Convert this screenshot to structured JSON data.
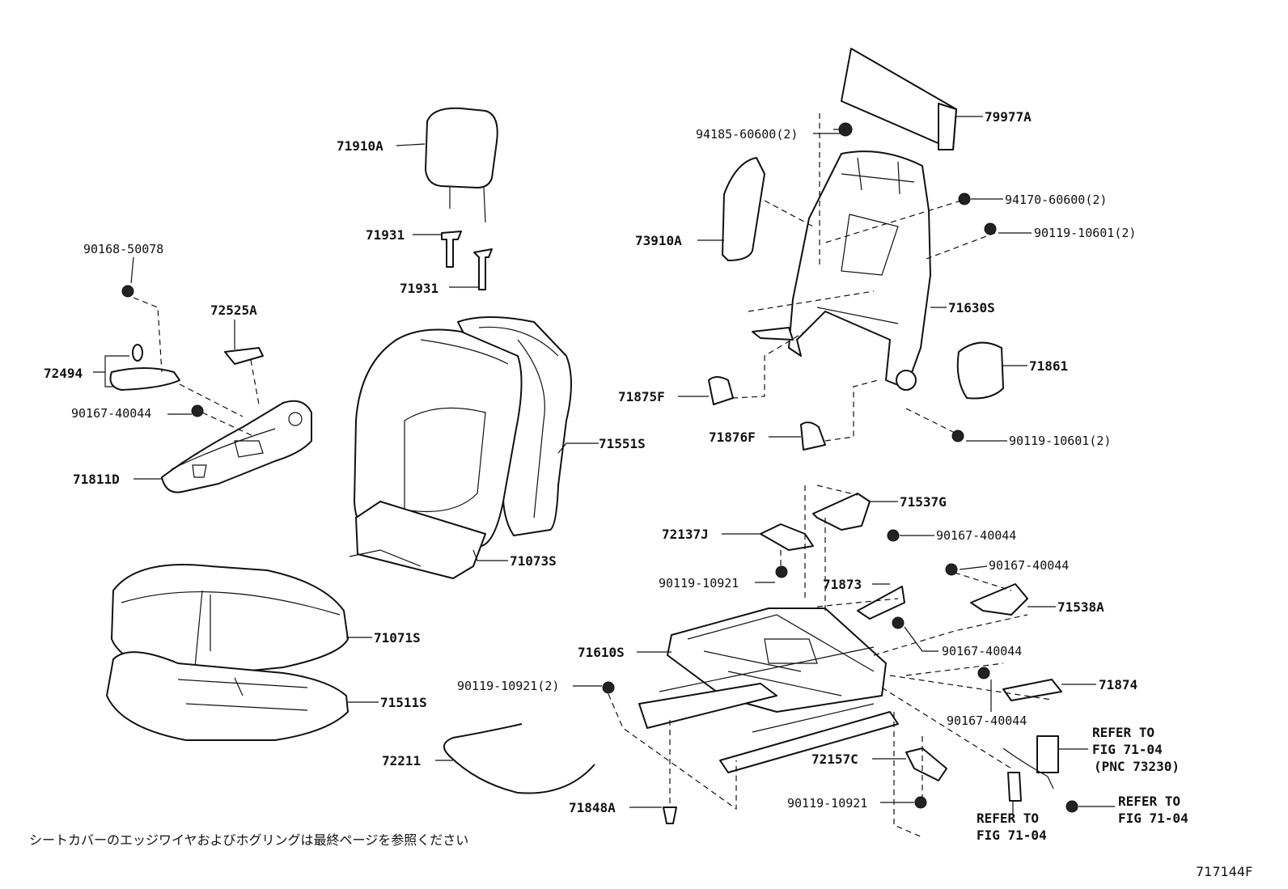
{
  "diagram": {
    "footer_note": "シートカバーのエッジワイヤおよびホグリングは最終ページを参照ください",
    "figure_id": "717144F",
    "labels": {
      "p71910A": "71910A",
      "p71931a": "71931",
      "p71931b": "71931",
      "p90168": "90168-50078",
      "p72525A": "72525A",
      "p72494": "72494",
      "p90167_40044_left": "90167-40044",
      "p71811D": "71811D",
      "p71551S": "71551S",
      "p71073S": "71073S",
      "p71071S": "71071S",
      "p71511S": "71511S",
      "p72211": "72211",
      "p79977A": "79977A",
      "p94185": "94185-60600(2)",
      "p94170": "94170-60600(2)",
      "p90119_10601_top": "90119-10601(2)",
      "p73910A": "73910A",
      "p71630S": "71630S",
      "p71861": "71861",
      "p71875F": "71875F",
      "p71876F": "71876F",
      "p90119_10601_bottom": "90119-10601(2)",
      "p71537G": "71537G",
      "p72137J": "72137J",
      "p90167_40044_a": "90167-40044",
      "p90167_40044_b": "90167-40044",
      "p90119_10921_a": "90119-10921",
      "p71873": "71873",
      "p71538A": "71538A",
      "p71610S": "71610S",
      "p90167_40044_c": "90167-40044",
      "p90119_10921_2": "90119-10921(2)",
      "p71874": "71874",
      "p90167_40044_d": "90167-40044",
      "p72157C": "72157C",
      "p71848A": "71848A",
      "p90119_10921_b": "90119-10921",
      "refer1_l1": "REFER TO",
      "refer1_l2": "FIG 71-04",
      "refer1_l3": "(PNC 73230)",
      "refer2_l1": "REFER TO",
      "refer2_l2": "FIG 71-04",
      "refer3_l1": "REFER TO",
      "refer3_l2": "FIG 71-04"
    }
  }
}
